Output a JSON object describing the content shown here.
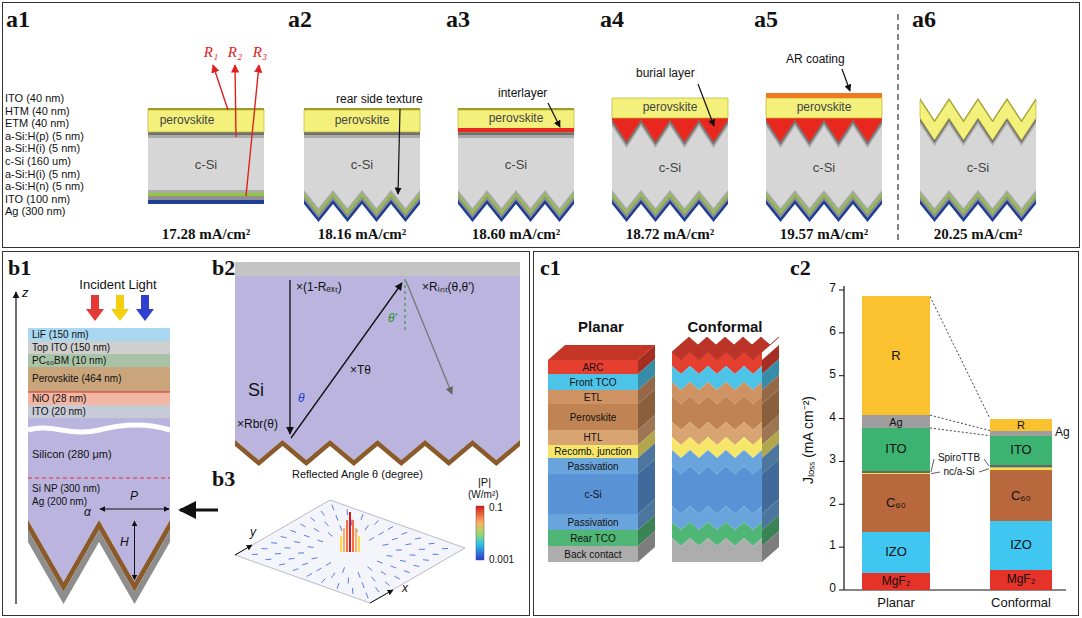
{
  "diagram": {
    "nodes": [
      {
        "text": [
          "perovskite"
        ]
      },
      {
        "text": [
          "c-Si"
        ]
      },
      {
        "text": [
          "perovskite"
        ]
      },
      {
        "text": [
          "c-Si"
        ]
      },
      {
        "text": [
          "perovskite"
        ]
      },
      {
        "text": [
          "c-Si"
        ]
      },
      {
        "text": [
          "perovskite"
        ]
      },
      {
        "text": [
          "c-Si"
        ]
      },
      {
        "text": [
          "perovskite"
        ]
      },
      {
        "text": [
          "c-Si"
        ]
      },
      {
        "text": [
          "c-Si"
        ]
      },
      {
        "text": [
          "ARC"
        ]
      },
      {
        "text": [
          "Front TCO"
        ]
      },
      {
        "text": [
          "ETL"
        ]
      },
      {
        "text": [
          "Perovskite"
        ]
      },
      {
        "text": [
          "HTL"
        ]
      },
      {
        "text": [
          "Recomb. junction"
        ]
      },
      {
        "text": [
          "Passivation"
        ]
      },
      {
        "text": [
          "c-Si"
        ]
      },
      {
        "text": [
          "Passivation"
        ]
      },
      {
        "text": [
          "Rear TCO"
        ]
      },
      {
        "text": [
          "Back contact"
        ]
      },
      {
        "text": [
          "R"
        ]
      },
      {
        "text": [
          "Ag"
        ]
      },
      {
        "text": [
          "ITO"
        ]
      },
      {
        "text": [
          "C₆₀"
        ]
      },
      {
        "text": [
          "IZO"
        ]
      },
      {
        "text": [
          "MgF₂"
        ]
      },
      {
        "text": [
          "R"
        ]
      },
      {
        "text": [
          "Ag"
        ]
      },
      {
        "text": [
          "ITO"
        ]
      },
      {
        "text": [
          "C₆₀"
        ]
      },
      {
        "text": [
          "IZO"
        ]
      },
      {
        "text": [
          "MgF₂"
        ]
      }
    ],
    "edges": [
      {
        "from": 22,
        "to": 28,
        "arrow": "none"
      },
      {
        "from": 23,
        "to": 29,
        "arrow": "none"
      },
      {
        "from": 24,
        "to": 30,
        "arrow": "none"
      }
    ],
    "labels": [
      "a1",
      "R₁",
      "R₂",
      "R₃",
      "ITO (40 nm)",
      "HTM (40 nm)",
      "ETM (40 nm)",
      "a-Si:H(p) (5 nm)",
      "a-Si:H(i) (5 nm)",
      "c-Si (160 um)",
      "a-Si:H(i) (5 nm)",
      "a-Si:H(n) (5 nm)",
      "ITO (100 nm)",
      "Ag (300 nm)",
      "17.28 mA/cm²",
      "a2",
      "rear side texture",
      "18.16 mA/cm²",
      "a3",
      "interlayer",
      "18.60 mA/cm²",
      "a4",
      "burial layer",
      "18.72 mA/cm²",
      "a5",
      "AR coating",
      "19.57 mA/cm²",
      "a6",
      "20.25 mA/cm²",
      "b1",
      "Incident Light",
      "z",
      "LiF (150 nm)",
      "Top ITO (150 nm)",
      "PC₆₀BM (10 nm)",
      "Perovskite (464 nm)",
      "NiO (28 nm)",
      "ITO (20 nm)",
      "Silicon (280 μm)",
      "Si NP (300 nm)",
      "Ag (200 nm)",
      "P",
      "α",
      "H",
      "b2",
      "×(1-Rₑₓₜ)",
      "×Rᵢₙₜ(θ,θ')",
      "θ'",
      "×Tθ",
      "Si",
      "θ",
      "×Rbr(θ)",
      "b3",
      "Reflected Angle θ (degree)",
      "|P|",
      "(W/m²)",
      "0.1",
      "0.001",
      "y",
      "x",
      "c1",
      "Planar",
      "Conformal",
      "c2",
      "Jₗₒₛₛ (mA cm⁻²)",
      "0",
      "1",
      "2",
      "3",
      "4",
      "5",
      "6",
      "7",
      "SpiroTTB",
      "nc/a-Si",
      "Planar",
      "Conformal"
    ]
  }
}
